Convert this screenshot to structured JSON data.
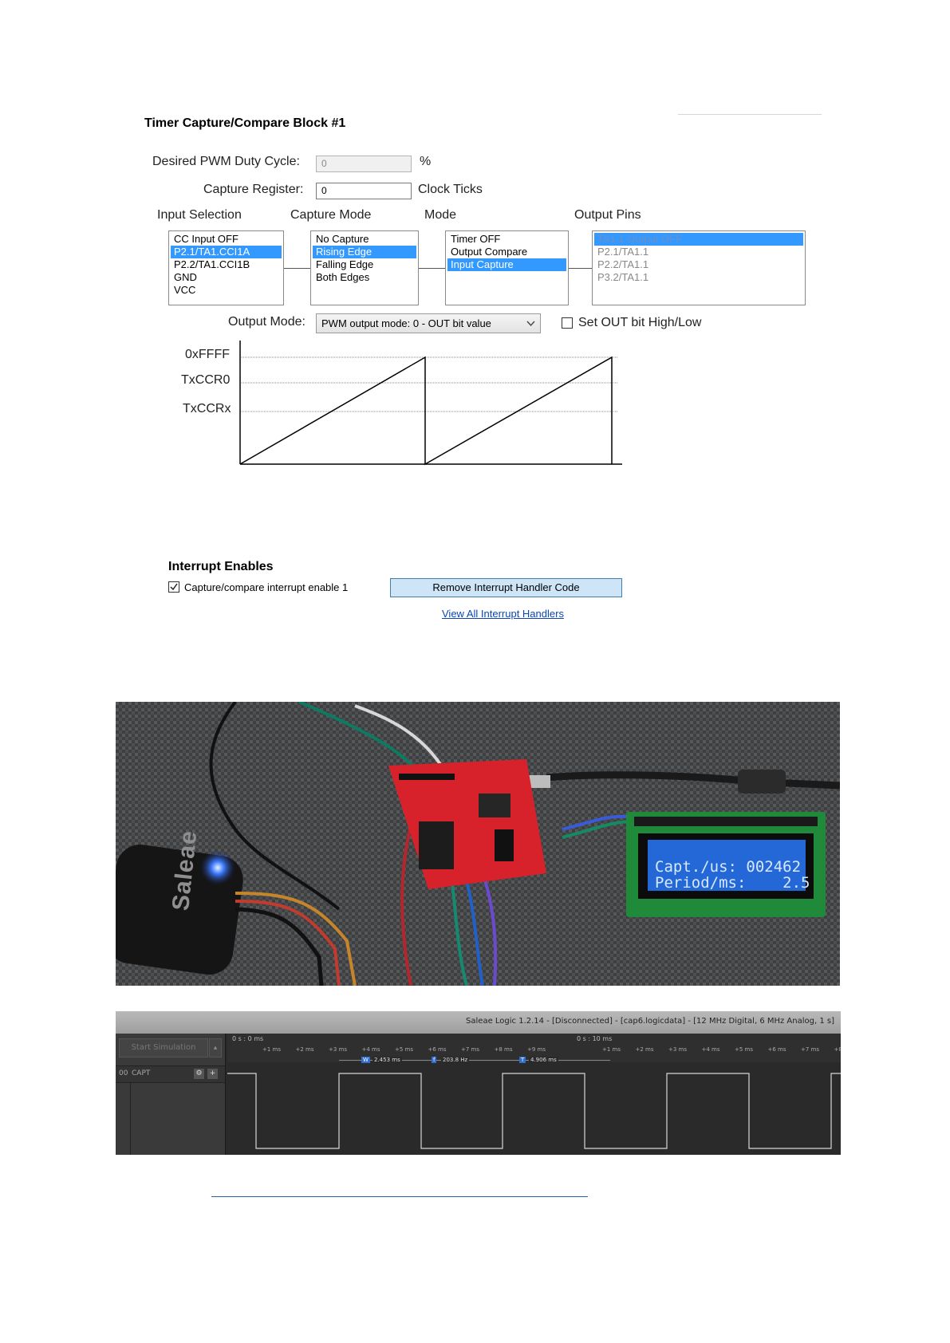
{
  "timer_block": {
    "title": "Timer Capture/Compare Block #1",
    "pwm_label": "Desired PWM Duty Cycle:",
    "pwm_value": "0",
    "pwm_unit": "%",
    "capture_label": "Capture Register:",
    "capture_value": "0",
    "capture_unit": "Clock Ticks",
    "input_selection": {
      "header": "Input Selection",
      "items": [
        {
          "label": "CC Input OFF",
          "state": ""
        },
        {
          "label": "P2.1/TA1.CCI1A",
          "state": "sel"
        },
        {
          "label": "P2.2/TA1.CCI1B",
          "state": ""
        },
        {
          "label": "GND",
          "state": ""
        },
        {
          "label": "VCC",
          "state": ""
        }
      ]
    },
    "capture_mode": {
      "header": "Capture Mode",
      "items": [
        {
          "label": "No Capture",
          "state": ""
        },
        {
          "label": "Rising Edge",
          "state": "sel"
        },
        {
          "label": "Falling Edge",
          "state": ""
        },
        {
          "label": "Both Edges",
          "state": ""
        }
      ]
    },
    "mode": {
      "header": "Mode",
      "items": [
        {
          "label": "Timer OFF",
          "state": ""
        },
        {
          "label": "Output Compare",
          "state": ""
        },
        {
          "label": "Input Capture",
          "state": "sel"
        }
      ]
    },
    "output_pins": {
      "header": "Output Pins",
      "items": [
        {
          "label": "TA1.1 Output OFF",
          "state": "seldis"
        },
        {
          "label": "P2.1/TA1.1",
          "state": "dis"
        },
        {
          "label": "P2.2/TA1.1",
          "state": "dis"
        },
        {
          "label": "P3.2/TA1.1",
          "state": "dis"
        }
      ]
    },
    "output_mode_label": "Output Mode:",
    "output_mode_value": "PWM output mode: 0 - OUT bit value",
    "set_out_label": "Set OUT bit High/Low",
    "graph_labels": {
      "top": "0xFFFF",
      "ccr0": "TxCCR0",
      "ccrx": "TxCCRx"
    }
  },
  "interrupts": {
    "title": "Interrupt Enables",
    "checkbox_label": "Capture/compare interrupt enable 1",
    "remove_button": "Remove Interrupt Handler Code",
    "view_link": "View All Interrupt Handlers"
  },
  "photo": {
    "lcd_line1": "Capt./us: 002462",
    "lcd_line2": "Period/ms:    2.5",
    "logo": "Saleae",
    "colors": {
      "board": "#d8222b",
      "lcd_bg": "#2468d8",
      "lcd_frame": "#1f8a3a"
    }
  },
  "logic": {
    "title": "Saleae Logic 1.2.14 - [Disconnected] - [cap6.logicdata] - [12 MHz Digital, 6 MHz Analog, 1 s]",
    "start_button": "Start Simulation",
    "time_left": "0 s : 0 ms",
    "time_right": "0 s : 10 ms",
    "ticks_left": [
      "+1 ms",
      "+2 ms",
      "+3 ms",
      "+4 ms",
      "+5 ms",
      "+6 ms",
      "+7 ms",
      "+8 ms",
      "+9 ms"
    ],
    "ticks_right": [
      "+1 ms",
      "+2 ms",
      "+3 ms",
      "+4 ms",
      "+5 ms",
      "+6 ms",
      "+7 ms",
      "+8"
    ],
    "channel_num": "00",
    "channel_name": "CAPT",
    "meas_w": "W",
    "meas_w_value": "2.453 ms",
    "meas_f": "f",
    "meas_f_value": "203.8 Hz",
    "meas_t": "T",
    "meas_t_value": "4.906 ms"
  }
}
